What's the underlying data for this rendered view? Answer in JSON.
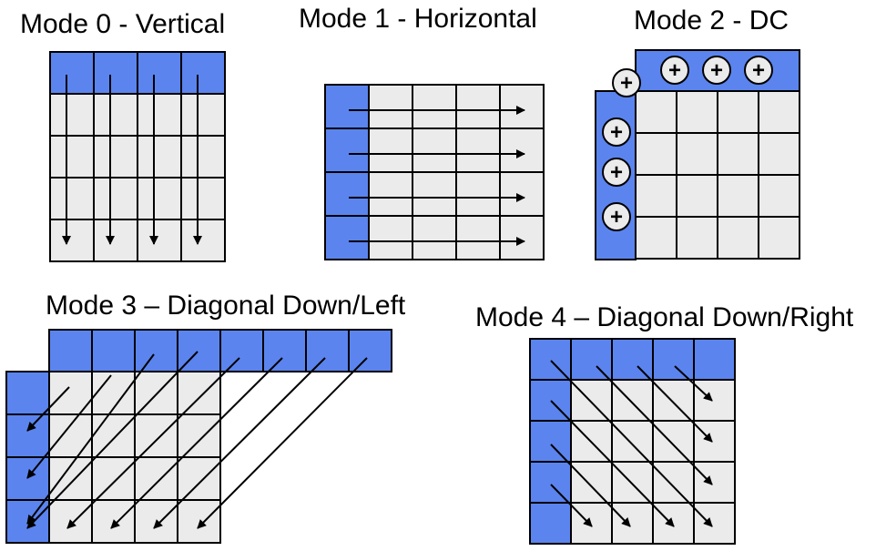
{
  "titles": {
    "mode0": "Mode 0 - Vertical",
    "mode1": "Mode 1 - Horizontal",
    "mode2": "Mode 2 - DC",
    "mode3": "Mode 3 – Diagonal Down/Left",
    "mode4": "Mode 4 – Diagonal Down/Right"
  },
  "dc_symbol": "+",
  "colors": {
    "predictor": "#5b84ee",
    "block": "#ebebeb",
    "line": "#000000"
  }
}
